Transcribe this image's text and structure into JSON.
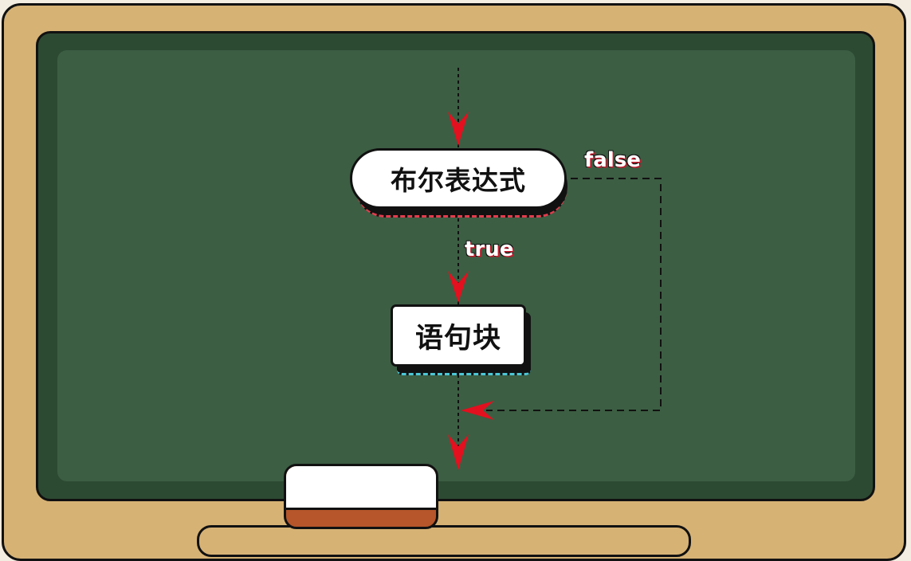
{
  "nodes": {
    "condition": "布尔表达式",
    "block": "语句块"
  },
  "edges": {
    "false_label": "false",
    "true_label": "true"
  },
  "colors": {
    "frame": "#d6b275",
    "board_outer": "#2c4a32",
    "board_inner": "#3c5e43",
    "arrow": "#e3101f",
    "condition_shadow_accent": "#e33c4d",
    "block_shadow_accent": "#4bc7d6",
    "eraser_base": "#b6562a"
  }
}
